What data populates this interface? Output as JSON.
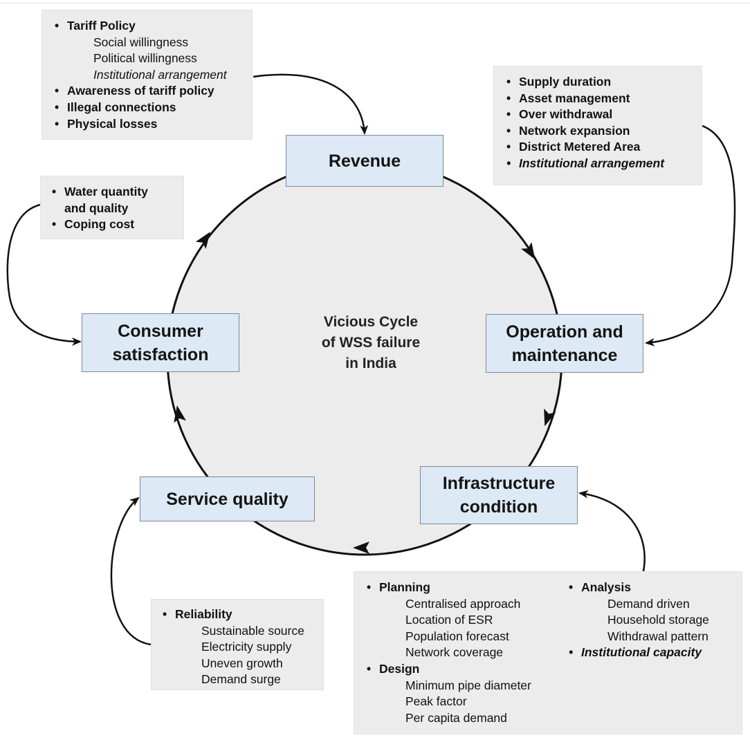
{
  "colors": {
    "node_fill": "#dde9f5",
    "node_border": "#7a8896",
    "circle_fill": "#ececec",
    "box_fill": "#ececec",
    "arrow": "#111111"
  },
  "center": {
    "line1": "Vicious Cycle",
    "line2": "of WSS failure",
    "line3": "in India"
  },
  "nodes": {
    "revenue": {
      "line1": "Revenue"
    },
    "operation": {
      "line1": "Operation and",
      "line2": "maintenance"
    },
    "infrastructure": {
      "line1": "Infrastructure",
      "line2": "condition"
    },
    "service": {
      "line1": "Service quality"
    },
    "consumer": {
      "line1": "Consumer",
      "line2": "satisfaction"
    }
  },
  "boxes": {
    "revenue_factors": {
      "tariff": "Tariff Policy",
      "tariff_subs": [
        "Social willingness",
        "Political willingness",
        "Institutional arrangement"
      ],
      "awareness": "Awareness of tariff policy",
      "illegal": "Illegal connections",
      "losses": "Physical losses"
    },
    "om_factors": {
      "items": [
        "Supply duration",
        "Asset management",
        "Over withdrawal",
        "Network expansion",
        "District Metered Area",
        "Institutional arrangement"
      ]
    },
    "consumer_factors": {
      "water_line1": "Water quantity",
      "water_line2": "and quality",
      "coping": "Coping cost"
    },
    "service_factors": {
      "reliability": "Reliability",
      "subs": [
        "Sustainable source",
        "Electricity supply",
        "Uneven growth",
        "Demand surge"
      ]
    },
    "infra_factors": {
      "planning": "Planning",
      "planning_subs": [
        "Centralised approach",
        "Location of ESR",
        "Population forecast",
        "Network coverage"
      ],
      "design": "Design",
      "design_subs": [
        "Minimum pipe diameter",
        "Peak factor",
        "Per capita demand"
      ],
      "analysis": "Analysis",
      "analysis_subs": [
        "Demand driven",
        "Household storage",
        "Withdrawal pattern"
      ],
      "capacity": "Institutional capacity"
    }
  }
}
